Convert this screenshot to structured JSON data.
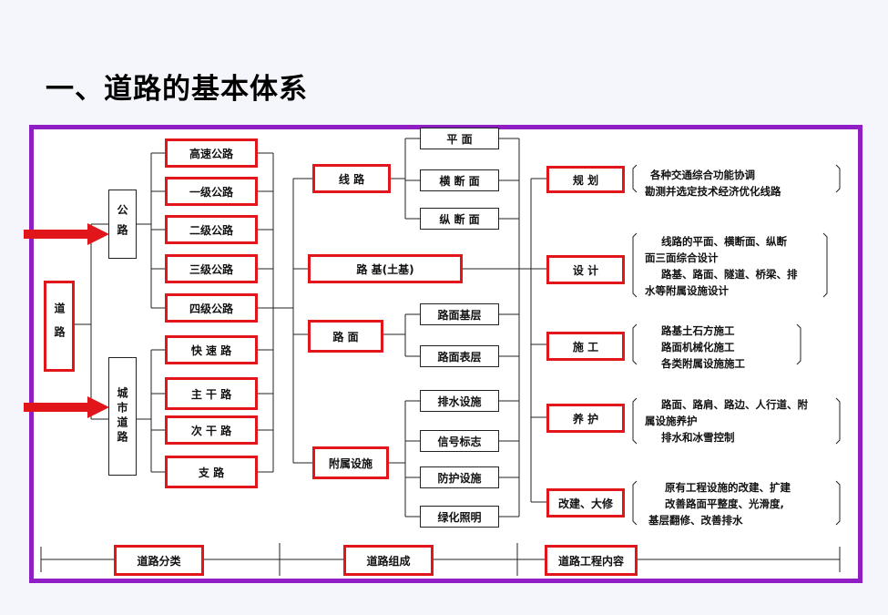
{
  "title": "一、道路的基本体系",
  "root": "道路",
  "highway": {
    "label": "公路",
    "levels": [
      "高速公路",
      "一级公路",
      "二级公路",
      "三级公路",
      "四级公路"
    ]
  },
  "urban": {
    "label": "城市道路",
    "levels": [
      "快 速 路",
      "主 干 路",
      "次 干 路",
      "支    路"
    ]
  },
  "composition": {
    "route": "线    路",
    "route_parts": [
      "平    面",
      "横 断 面",
      "纵 断 面"
    ],
    "subgrade": "路      基(土基)",
    "pavement": "路    面",
    "pavement_parts": [
      "路面基层",
      "路面表层"
    ],
    "facilities": "附属设施",
    "facility_parts": [
      "排水设施",
      "信号标志",
      "防护设施",
      "绿化照明"
    ]
  },
  "work": {
    "items": [
      "规    划",
      "设    计",
      "施    工",
      "养    护",
      "改建、大修"
    ],
    "descriptions": [
      [
        "各种交通综合功能协调",
        "勘测并选定技术经济优化线路"
      ],
      [
        "线路的平面、横断面、纵断",
        "面三面综合设计",
        "路基、路面、隧道、桥梁、排",
        "水等附属设施设计"
      ],
      [
        "路基土石方施工",
        "路面机械化施工",
        "各类附属设施施工"
      ],
      [
        "路面、路肩、路边、人行道、附",
        "属设施养护",
        "排水和冰雪控制"
      ],
      [
        "原有工程设施的改建、扩建",
        "改善路面平整度、光滑度,",
        "基层翻修、改善排水"
      ]
    ]
  },
  "footer": [
    "道路分类",
    "道路组成",
    "道路工程内容"
  ],
  "colors": {
    "frame": "#8f1fc4",
    "highlight": "#e0161b",
    "arrow": "#e0161b"
  }
}
